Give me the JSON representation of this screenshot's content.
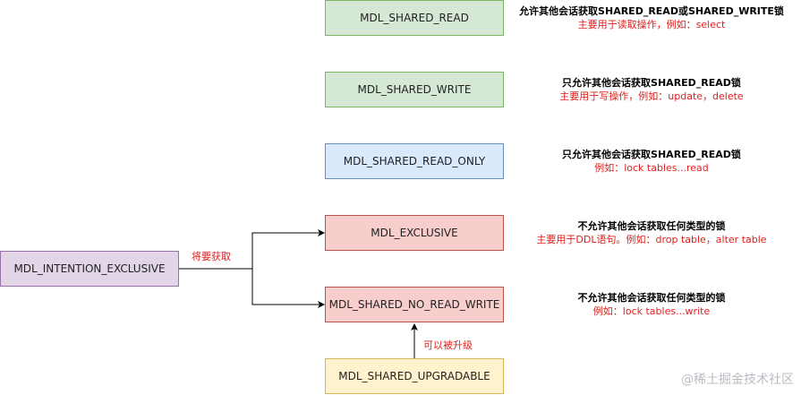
{
  "boxes": {
    "shared_read": "MDL_SHARED_READ",
    "shared_write": "MDL_SHARED_WRITE",
    "shared_read_only": "MDL_SHARED_READ_ONLY",
    "exclusive": "MDL_EXCLUSIVE",
    "intention_exclusive": "MDL_INTENTION_EXCLUSIVE",
    "shared_no_read_write": "MDL_SHARED_NO_READ_WRITE",
    "shared_upgradable": "MDL_SHARED_UPGRADABLE"
  },
  "notes": {
    "shared_read": {
      "title": "允许其他会话获取SHARED_READ或SHARED_WRITE锁",
      "desc": "主要用于读取操作，例如：select"
    },
    "shared_write": {
      "title": "只允许其他会话获取SHARED_READ锁",
      "desc": "主要用于写操作，例如：update，delete"
    },
    "shared_read_only": {
      "title": "只允许其他会话获取SHARED_READ锁",
      "desc": "例如：lock tables...read"
    },
    "exclusive": {
      "title": "不允许其他会话获取任何类型的锁",
      "desc": "主要用于DDL语句。例如：drop table，alter table"
    },
    "shared_no_read_write": {
      "title": "不允许其他会话获取任何类型的锁",
      "desc": "例如：lock tables...write"
    }
  },
  "edge_labels": {
    "acquire": "将要获取",
    "upgrade": "可以被升级"
  },
  "watermark": "@稀土掘金技术社区",
  "colors": {
    "green_fill": "#d5e8d4",
    "green_stroke": "#82b366",
    "blue_fill": "#dae8fc",
    "blue_stroke": "#6c8ebf",
    "red_fill": "#f8cecc",
    "red_stroke": "#b85450",
    "purple_fill": "#e1d5e7",
    "purple_stroke": "#9673a6",
    "yellow_fill": "#fff2cc",
    "yellow_stroke": "#d6b656",
    "annotation_red": "#e0201e"
  }
}
